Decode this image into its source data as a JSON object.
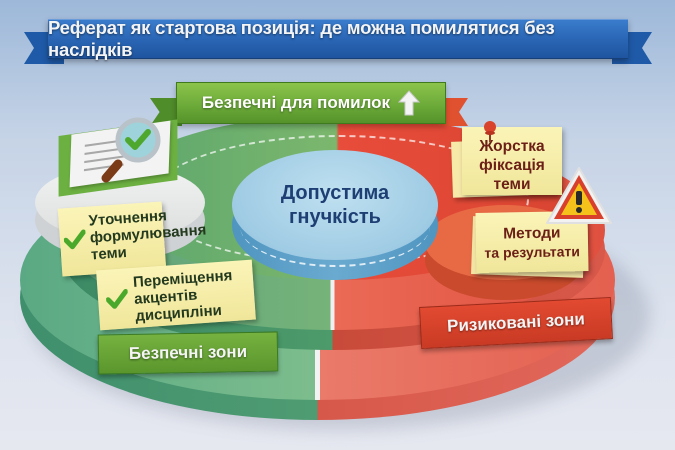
{
  "title": "Реферат як стартова позиція: де можна помилятися без наслідків",
  "top_banner": {
    "label": "Безпечні для помилок",
    "icon": "up-arrow-icon"
  },
  "center": {
    "line1": "Допустима",
    "line2": "гнучкість"
  },
  "safe_zone": {
    "label": "Безпечні зони",
    "icon": "document-magnifier-check-icon",
    "items": [
      {
        "lines": [
          "Уточнення",
          "формулювання",
          "теми"
        ],
        "icon": "check-icon"
      },
      {
        "lines": [
          "Переміщення",
          "акцентів",
          "дисципліни"
        ],
        "icon": "check-icon"
      }
    ]
  },
  "risk_zone": {
    "label": "Ризиковані зони",
    "icon": "warning-icon",
    "items": [
      {
        "lines": [
          "Жорстка",
          "фіксація",
          "теми"
        ],
        "icon": "pushpin-icon"
      },
      {
        "lines": [
          "Методи",
          "та результати"
        ]
      }
    ]
  },
  "colors": {
    "title_ribbon": "#2a66b5",
    "safe_green": "#6aa838",
    "risk_red": "#d94532",
    "center_blue": "#9fcbe4",
    "note_yellow": "#f6eda8",
    "center_text": "#1e3f74"
  }
}
